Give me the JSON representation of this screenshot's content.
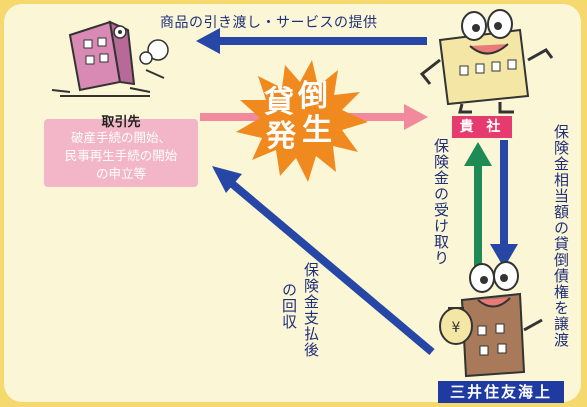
{
  "labels": {
    "top_arrow": "商品の引き渡し・サービスの提供",
    "partner_title": "取引先",
    "partner_lines": [
      "破産手続の開始、",
      "民事再生手続の開始",
      "の申立等"
    ],
    "burst_chars": [
      "貸",
      "倒",
      "発",
      "生"
    ],
    "company": "貴 社",
    "insurer": "三井住友海上",
    "receive": "保険金の受け取り",
    "transfer": "保険金相当額の貸倒債権を譲渡",
    "recover_col1": "保険金支払後",
    "recover_col2": "の回収"
  },
  "colors": {
    "arrow_blue": "#2747a6",
    "arrow_green": "#1e8a55",
    "arrow_pink": "#f08a9c",
    "burst_orange": "#f08a1f",
    "company_label": "#e53b6e",
    "insurer_label": "#1f3aa0",
    "partner_box": "#f2b6c8"
  },
  "icons": {
    "partner": "collapsing-building-icon",
    "company": "smiling-building-icon",
    "insurer": "moneybag-building-icon"
  }
}
